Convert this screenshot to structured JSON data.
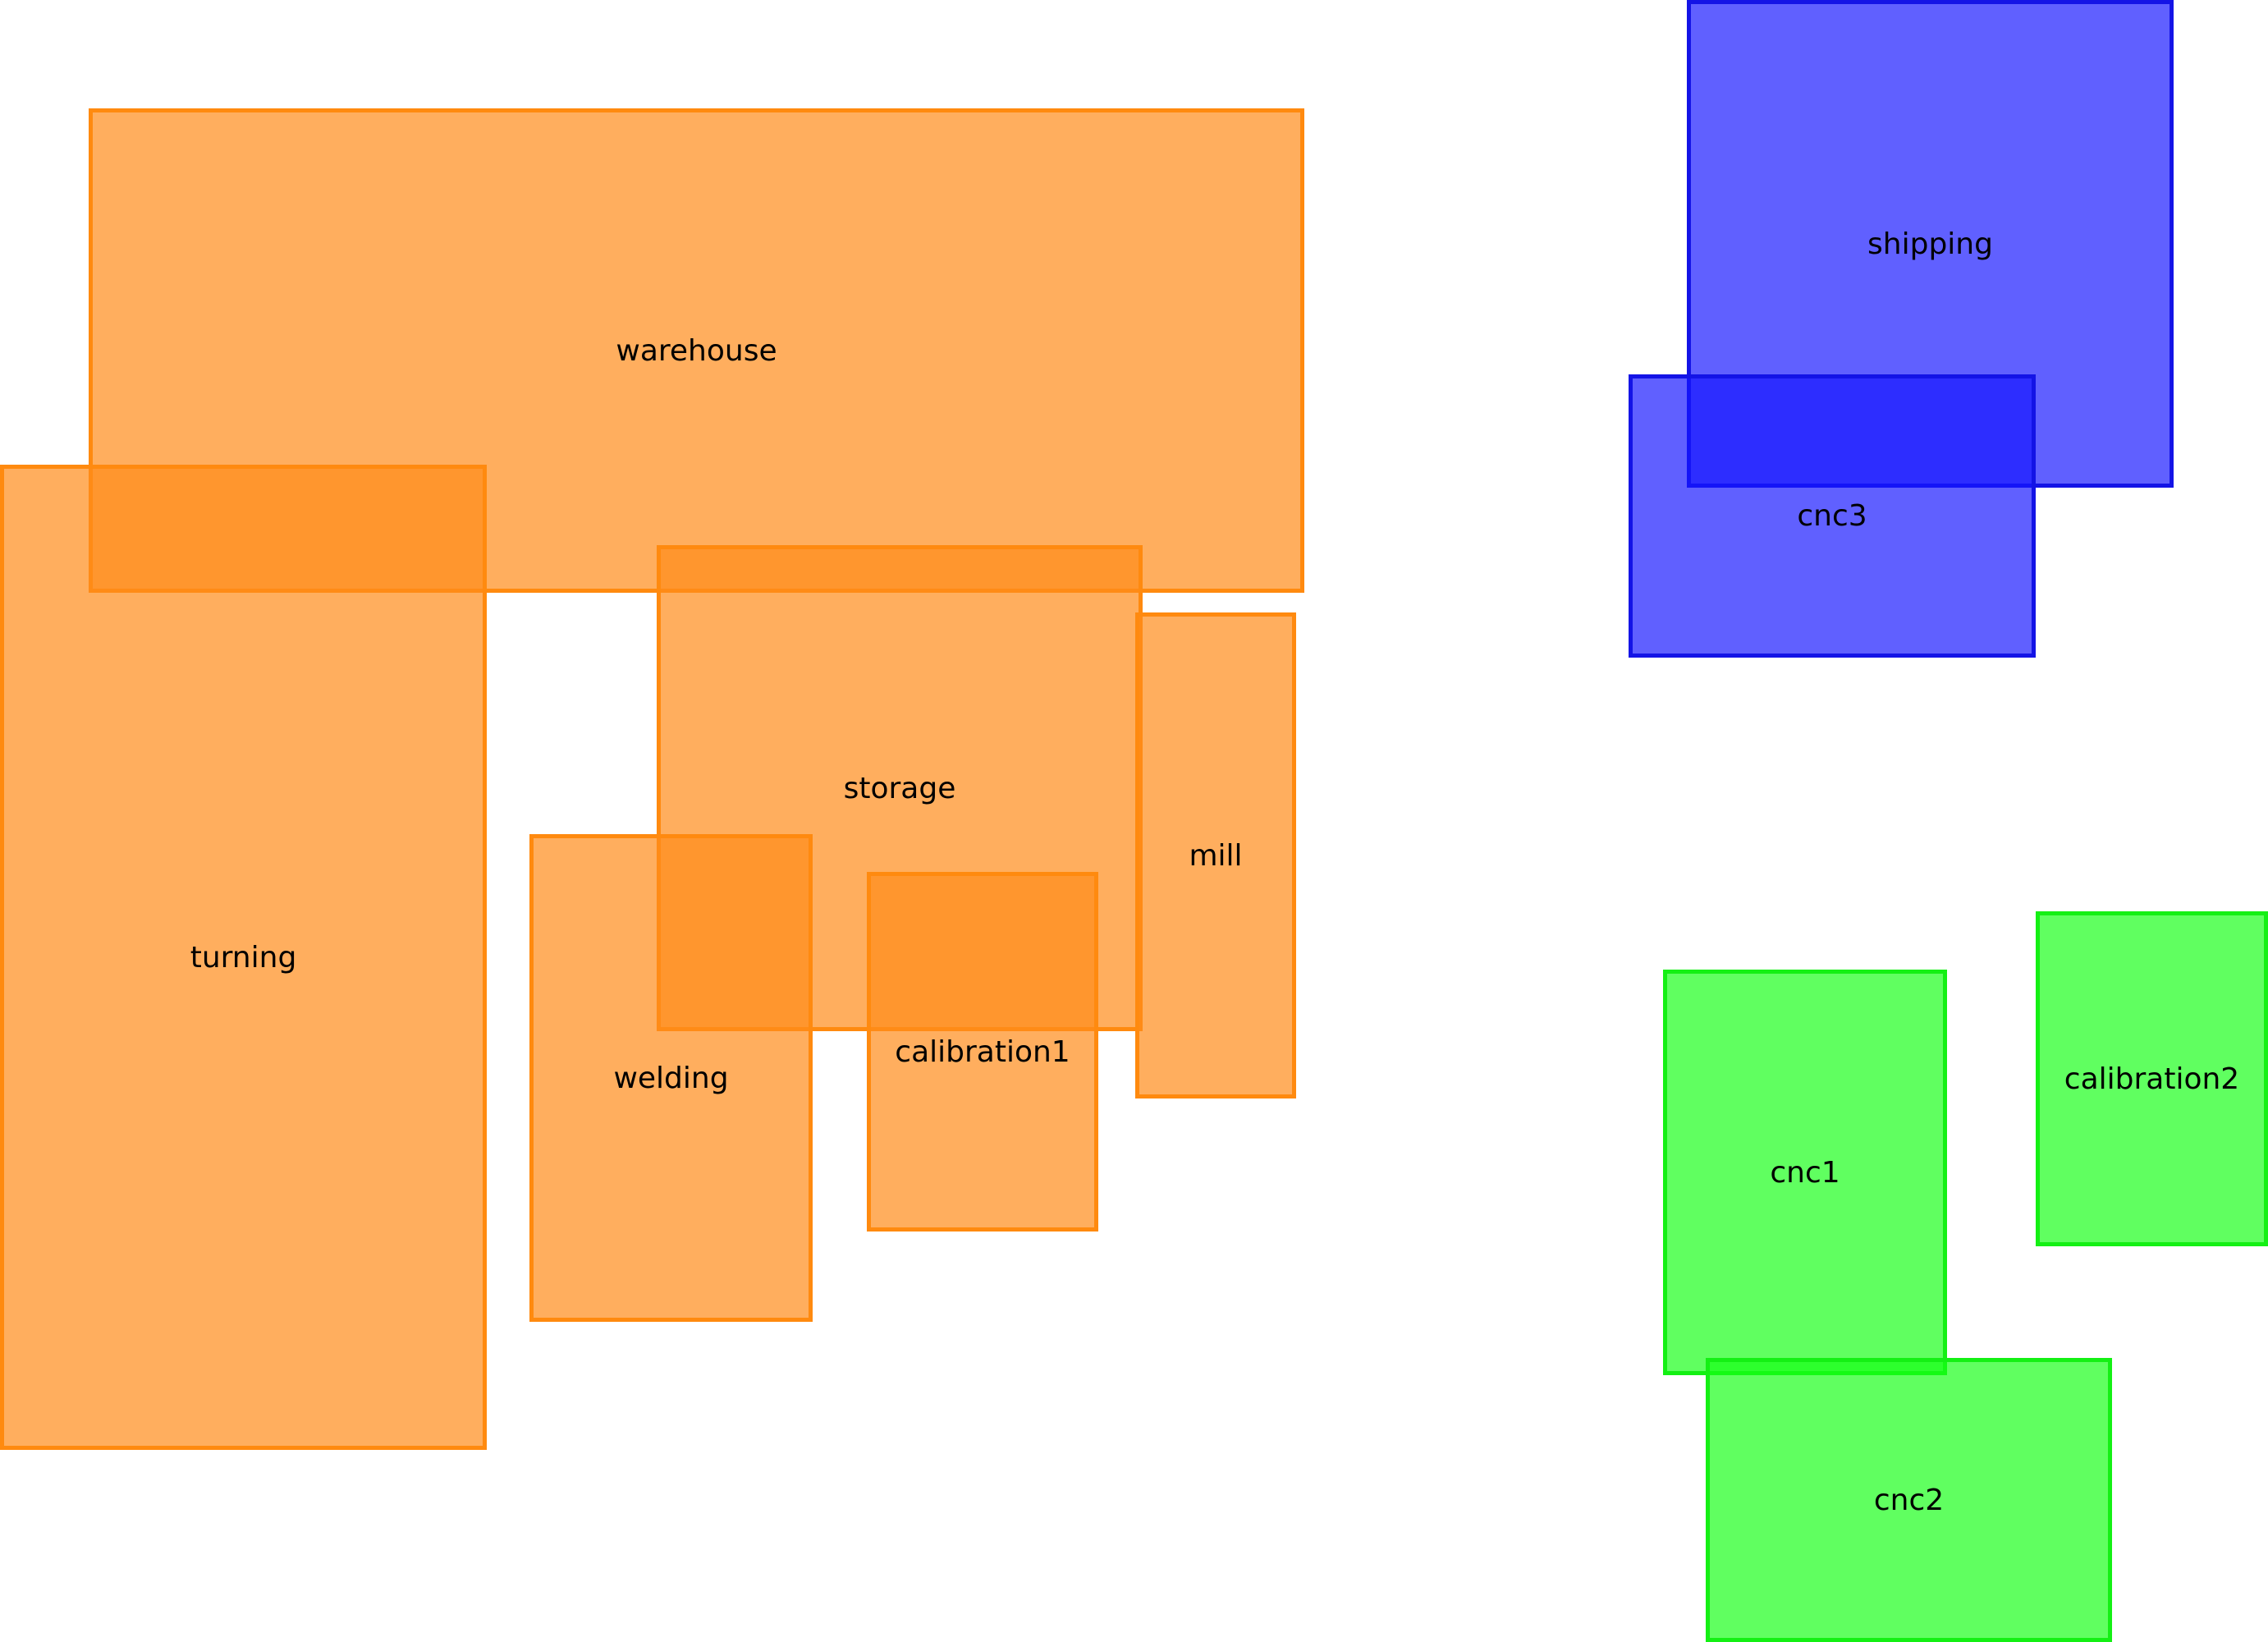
{
  "colors": {
    "orange_fill": "rgba(255,140,25,0.70)",
    "orange_border": "#ff8a0f",
    "blue_fill": "rgba(20,20,255,0.68)",
    "blue_border": "#1414e6",
    "green_fill": "rgba(20,255,20,0.68)",
    "green_border": "#14f014"
  },
  "zones": [
    {
      "id": "warehouse",
      "label": "warehouse",
      "group": "orange"
    },
    {
      "id": "turning",
      "label": "turning",
      "group": "orange"
    },
    {
      "id": "storage",
      "label": "storage",
      "group": "orange"
    },
    {
      "id": "mill",
      "label": "mill",
      "group": "orange"
    },
    {
      "id": "welding",
      "label": "welding",
      "group": "orange"
    },
    {
      "id": "calibration1",
      "label": "calibration1",
      "group": "orange"
    },
    {
      "id": "shipping",
      "label": "shipping",
      "group": "blue"
    },
    {
      "id": "cnc3",
      "label": "cnc3",
      "group": "blue"
    },
    {
      "id": "cnc1",
      "label": "cnc1",
      "group": "green"
    },
    {
      "id": "calibration2",
      "label": "calibration2",
      "group": "green"
    },
    {
      "id": "cnc2",
      "label": "cnc2",
      "group": "green"
    }
  ]
}
